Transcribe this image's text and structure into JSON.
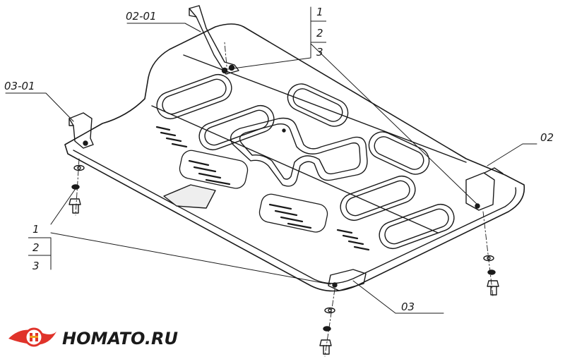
{
  "callouts": {
    "bracket_front_left": "02-01",
    "bracket_left": "03-01",
    "bracket_right": "02",
    "bracket_rear": "03",
    "fastener_set_top": [
      "1",
      "2",
      "3"
    ],
    "fastener_set_bottom": [
      "1",
      "2",
      "3"
    ]
  },
  "logo": {
    "text": "HOMATO.RU",
    "colors": {
      "primary": "#e0332a",
      "accent": "#f0a020",
      "text": "#1a1a1a"
    }
  },
  "colors": {
    "line": "#1a1a1a",
    "hatch": "#1a1a1a",
    "background": "#ffffff"
  }
}
